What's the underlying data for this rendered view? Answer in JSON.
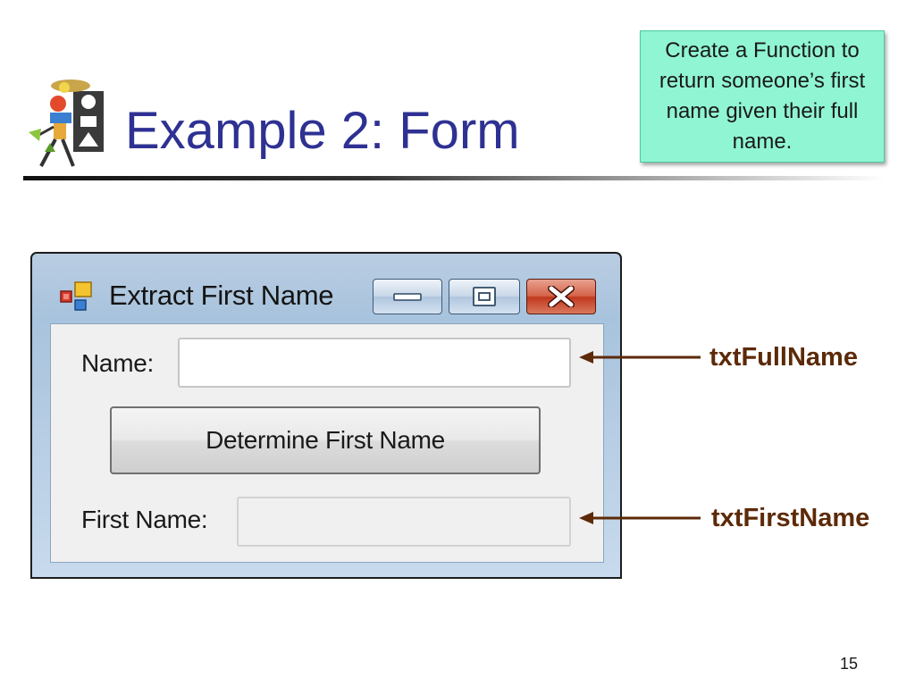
{
  "slide": {
    "title": "Example 2: Form",
    "callout": "Create a Function to return someone’s first name given their full name.",
    "page_number": "15"
  },
  "window": {
    "title": "Extract First Name",
    "name_label": "Name:",
    "full_name_value": "",
    "determine_button_label": "Determine First Name",
    "first_name_label": "First Name:",
    "first_name_value": ""
  },
  "annotations": {
    "full_name_control": "txtFullName",
    "first_name_control": "txtFirstName"
  },
  "colors": {
    "title": "#2e3192",
    "callout_background": "#90f5d3",
    "annotation_text": "#5c2a08",
    "arrow": "#5c2a08"
  },
  "icons": {
    "logo": "people-shapes-logo-icon",
    "app": "app-window-icon",
    "minimize": "minimize-icon",
    "maximize": "maximize-icon",
    "close": "close-icon"
  }
}
